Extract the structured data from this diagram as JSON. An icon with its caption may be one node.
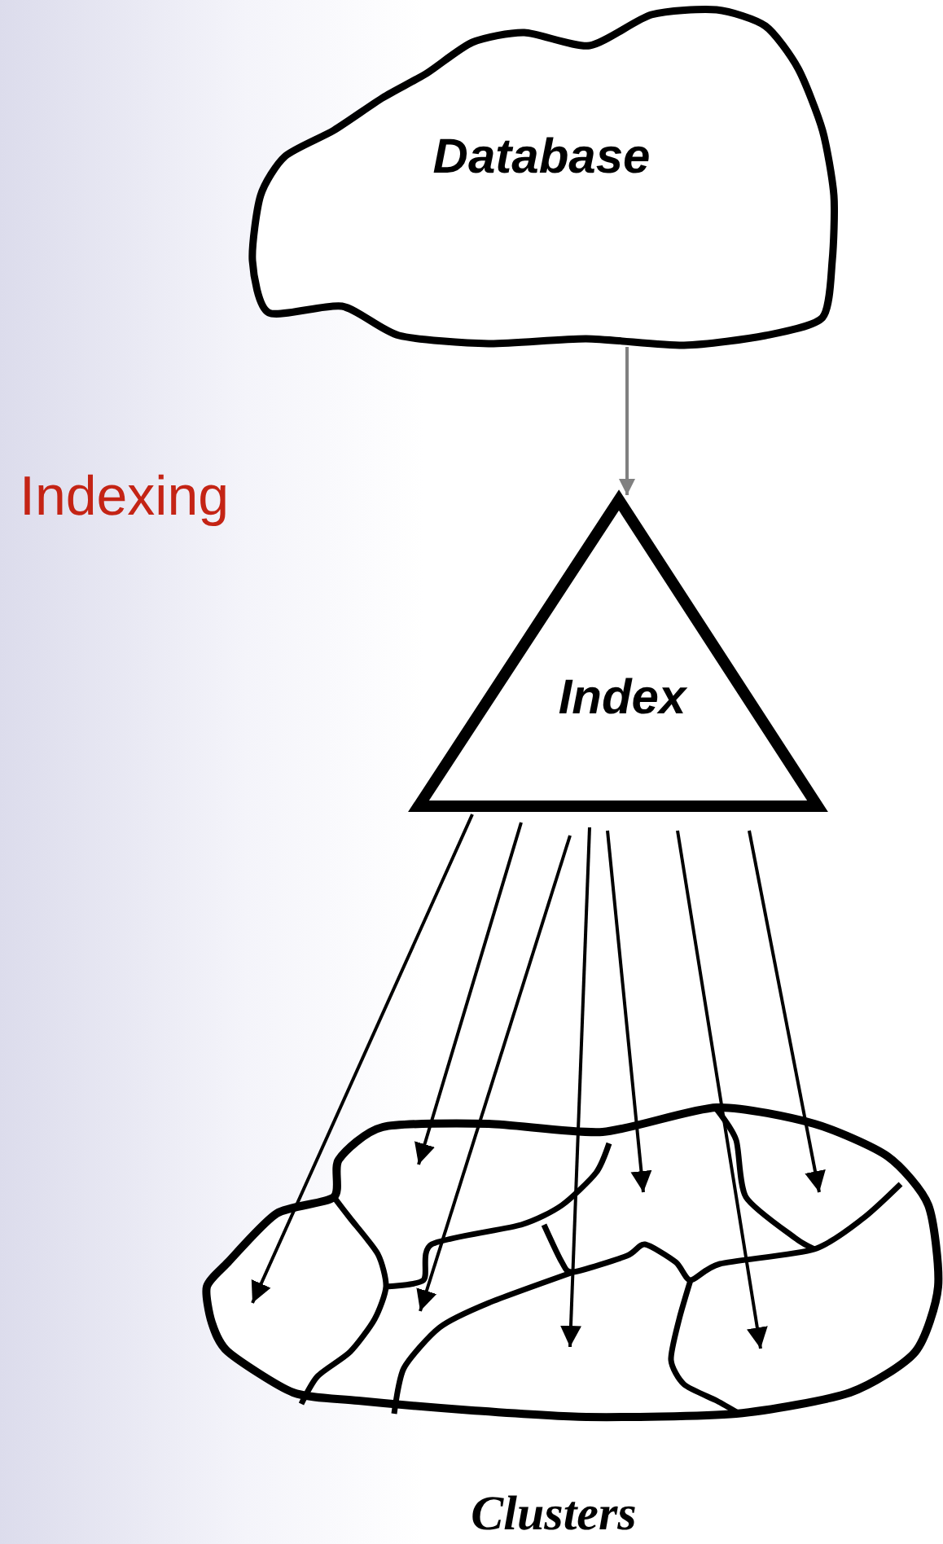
{
  "diagram": {
    "nodes": [
      {
        "text": [
          "Database"
        ]
      },
      {
        "text": [
          "Index"
        ]
      },
      {
        "text": [
          "Clusters"
        ]
      }
    ],
    "edges": [
      {
        "from": 0,
        "to": 1,
        "arrow": "to",
        "color": "#808080"
      },
      {
        "from": 1,
        "to": 2,
        "arrow": "to"
      },
      {
        "from": 1,
        "to": 2,
        "arrow": "to"
      },
      {
        "from": 1,
        "to": 2,
        "arrow": "to"
      },
      {
        "from": 1,
        "to": 2,
        "arrow": "to"
      },
      {
        "from": 1,
        "to": 2,
        "arrow": "to"
      },
      {
        "from": 1,
        "to": 2,
        "arrow": "to"
      },
      {
        "from": 1,
        "to": 2,
        "arrow": "to"
      }
    ],
    "labels": [
      "Indexing"
    ]
  }
}
